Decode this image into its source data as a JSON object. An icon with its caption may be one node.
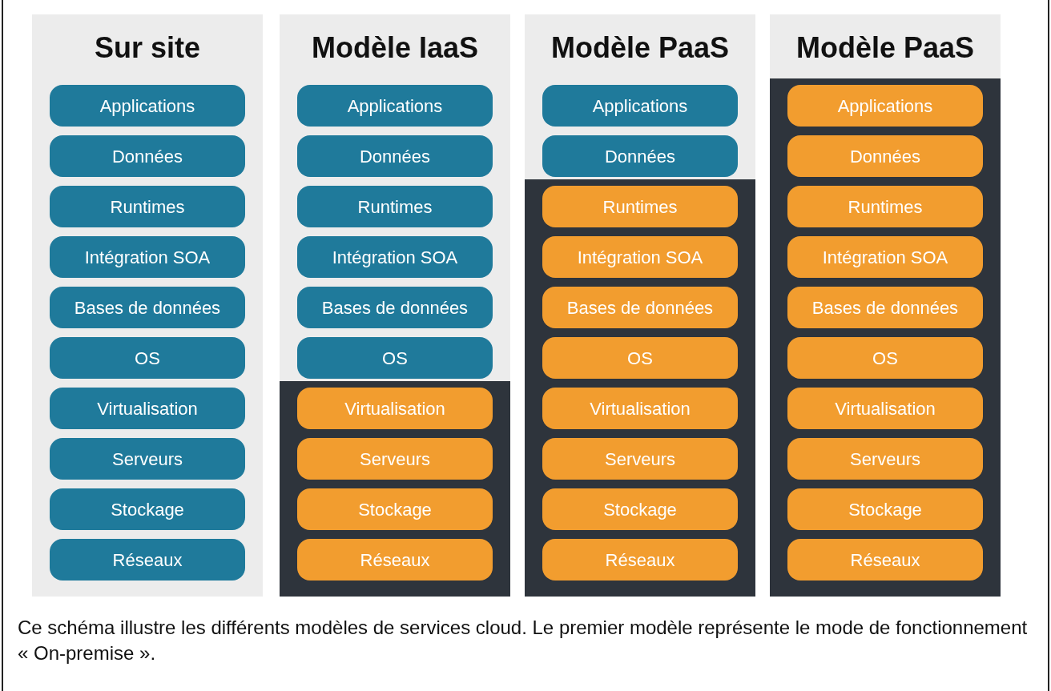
{
  "diagram": {
    "caption": "Ce schéma illustre les différents modèles de services cloud. Le premier modèle représente le mode de fonctionnement « On-premise ».",
    "nodes": [
      {
        "text": [
          "Sur site"
        ]
      },
      {
        "text": [
          "Applications"
        ],
        "in": 0
      },
      {
        "text": [
          "Données"
        ],
        "in": 0
      },
      {
        "text": [
          "Runtimes"
        ],
        "in": 0
      },
      {
        "text": [
          "Intégration SOA"
        ],
        "in": 0
      },
      {
        "text": [
          "Bases de données"
        ],
        "in": 0
      },
      {
        "text": [
          "OS"
        ],
        "in": 0
      },
      {
        "text": [
          "Virtualisation"
        ],
        "in": 0
      },
      {
        "text": [
          "Serveurs"
        ],
        "in": 0
      },
      {
        "text": [
          "Stockage"
        ],
        "in": 0
      },
      {
        "text": [
          "Réseaux"
        ],
        "in": 0
      },
      {
        "text": [
          "Modèle IaaS"
        ]
      },
      {
        "text": [
          "Applications"
        ],
        "in": 11
      },
      {
        "text": [
          "Données"
        ],
        "in": 11
      },
      {
        "text": [
          "Runtimes"
        ],
        "in": 11
      },
      {
        "text": [
          "Intégration SOA"
        ],
        "in": 11
      },
      {
        "text": [
          "Bases de données"
        ],
        "in": 11
      },
      {
        "text": [
          "OS"
        ],
        "in": 11
      },
      {
        "text": [],
        "shape": "box",
        "in": 11
      },
      {
        "text": [
          "Virtualisation"
        ],
        "in": 18
      },
      {
        "text": [
          "Serveurs"
        ],
        "in": 18
      },
      {
        "text": [
          "Stockage"
        ],
        "in": 18
      },
      {
        "text": [
          "Réseaux"
        ],
        "in": 18
      },
      {
        "text": [
          "Modèle PaaS"
        ]
      },
      {
        "text": [
          "Applications"
        ],
        "in": 23
      },
      {
        "text": [
          "Données"
        ],
        "in": 23
      },
      {
        "text": [],
        "shape": "box",
        "in": 23
      },
      {
        "text": [
          "Runtimes"
        ],
        "in": 26
      },
      {
        "text": [
          "Intégration SOA"
        ],
        "in": 26
      },
      {
        "text": [
          "Bases de données"
        ],
        "in": 26
      },
      {
        "text": [
          "OS"
        ],
        "in": 26
      },
      {
        "text": [
          "Virtualisation"
        ],
        "in": 26
      },
      {
        "text": [
          "Serveurs"
        ],
        "in": 26
      },
      {
        "text": [
          "Stockage"
        ],
        "in": 26
      },
      {
        "text": [
          "Réseaux"
        ],
        "in": 26
      },
      {
        "text": [
          "Modèle PaaS"
        ]
      },
      {
        "text": [],
        "shape": "box",
        "in": 35
      },
      {
        "text": [
          "Applications"
        ],
        "in": 36
      },
      {
        "text": [
          "Données"
        ],
        "in": 36
      },
      {
        "text": [
          "Runtimes"
        ],
        "in": 36
      },
      {
        "text": [
          "Intégration SOA"
        ],
        "in": 36
      },
      {
        "text": [
          "Bases de données"
        ],
        "in": 36
      },
      {
        "text": [
          "OS"
        ],
        "in": 36
      },
      {
        "text": [
          "Virtualisation"
        ],
        "in": 36
      },
      {
        "text": [
          "Serveurs"
        ],
        "in": 36
      },
      {
        "text": [
          "Stockage"
        ],
        "in": 36
      },
      {
        "text": [
          "Réseaux"
        ],
        "in": 36
      }
    ]
  }
}
